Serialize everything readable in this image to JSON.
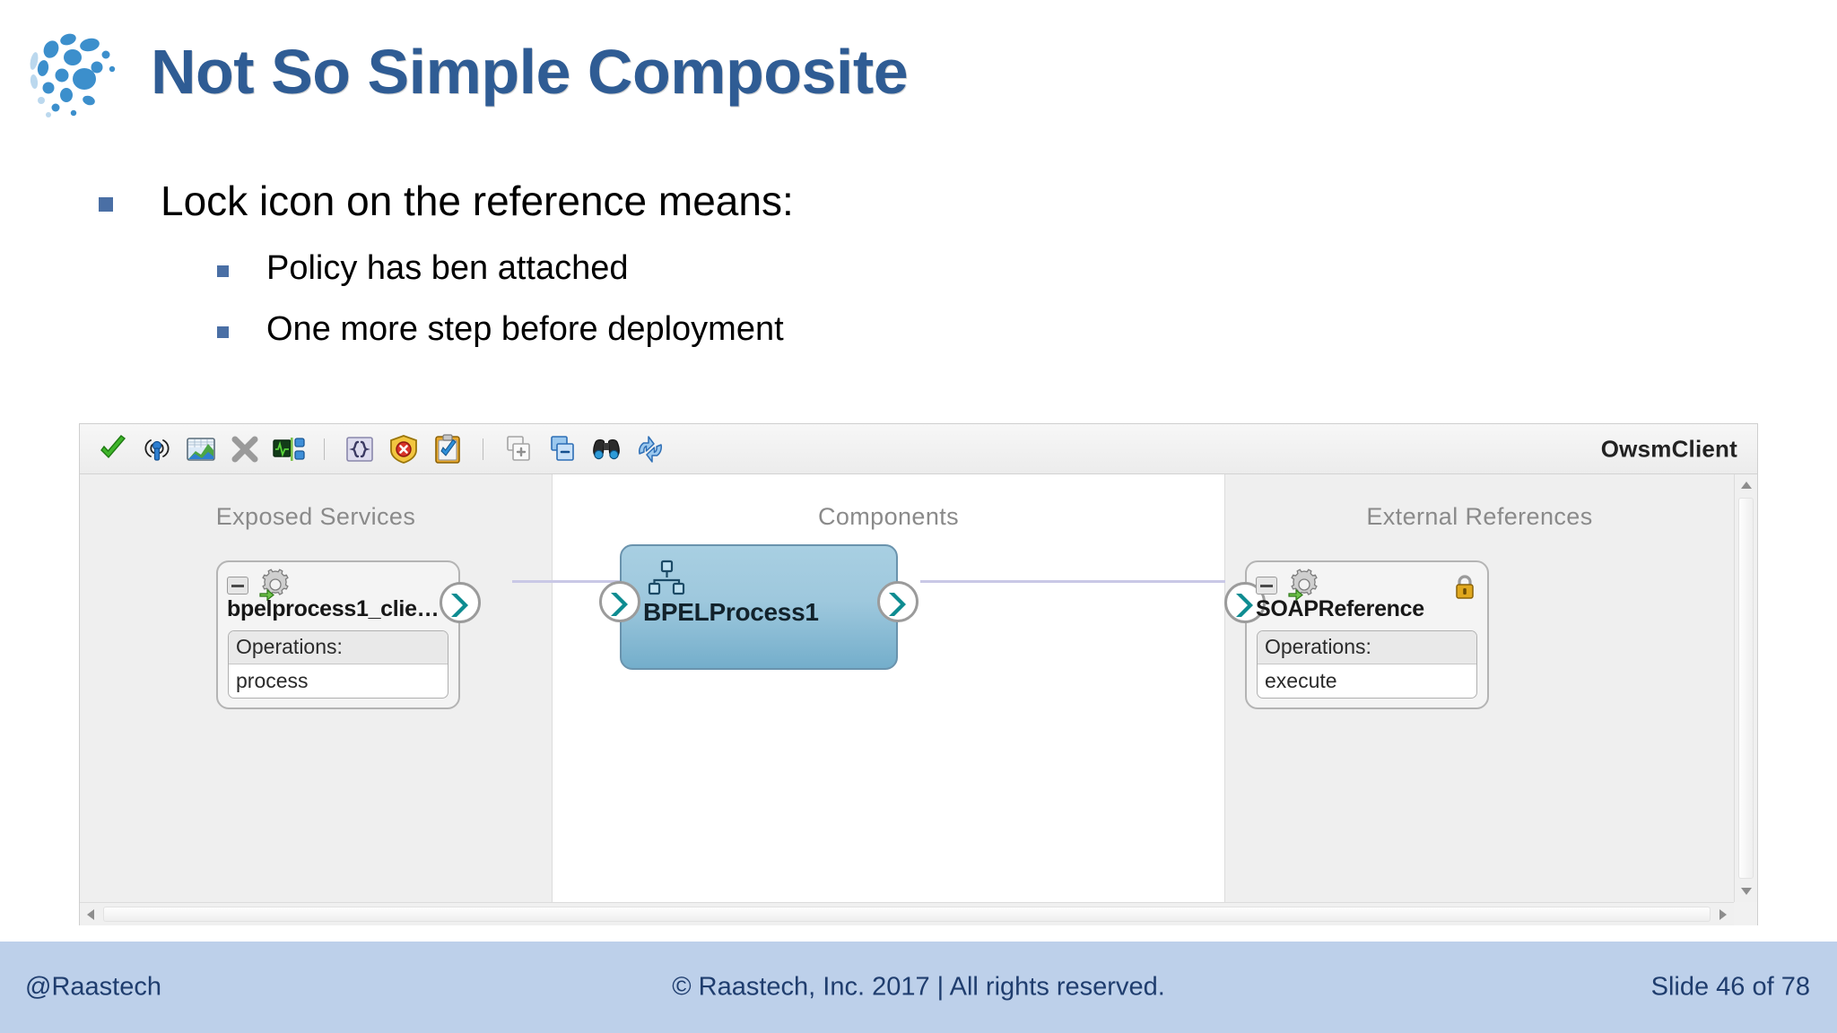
{
  "slide": {
    "title": "Not So Simple Composite",
    "title_color": "#2F5C94",
    "logo_name": "raastech-sphere-logo"
  },
  "bullets": {
    "level1": "Lock icon on the reference means:",
    "level2": [
      "Policy has ben attached",
      "One more step before deployment"
    ]
  },
  "app": {
    "window_title": "OwsmClient",
    "toolbar": [
      {
        "name": "validate-check-icon",
        "glyph": "check"
      },
      {
        "name": "antenna-broadcast-icon",
        "glyph": "antenna"
      },
      {
        "name": "chart-image-icon",
        "glyph": "chart"
      },
      {
        "name": "delete-x-icon",
        "glyph": "x"
      },
      {
        "name": "network-monitor-icon",
        "glyph": "monitor"
      },
      {
        "name": "separator",
        "glyph": "sep"
      },
      {
        "name": "braces-source-icon",
        "glyph": "braces"
      },
      {
        "name": "shield-error-icon",
        "glyph": "shield"
      },
      {
        "name": "clipboard-check-icon",
        "glyph": "clipboard"
      },
      {
        "name": "separator",
        "glyph": "sep"
      },
      {
        "name": "zoom-in-icon",
        "glyph": "zoomin"
      },
      {
        "name": "zoom-out-icon",
        "glyph": "zoomout"
      },
      {
        "name": "binoculars-find-icon",
        "glyph": "binoculars"
      },
      {
        "name": "refresh-rotate-icon",
        "glyph": "refresh"
      }
    ],
    "columns": {
      "exposed_services": "Exposed Services",
      "components": "Components",
      "external_references": "External References"
    },
    "service_node": {
      "name": "bpelprocess1_clie…",
      "operations_label": "Operations:",
      "operation": "process",
      "has_lock": false
    },
    "component_node": {
      "name": "BPELProcess1"
    },
    "reference_node": {
      "name": "SOAPReference",
      "operations_label": "Operations:",
      "operation": "execute",
      "has_lock": true,
      "lock_color": "#D8A21A"
    }
  },
  "footer": {
    "left": "@Raastech",
    "center": "© Raastech, Inc. 2017  |  All rights reserved.",
    "right": "Slide 46 of 78",
    "background": "#bdd0ea",
    "text_color": "#1F3D6E"
  }
}
